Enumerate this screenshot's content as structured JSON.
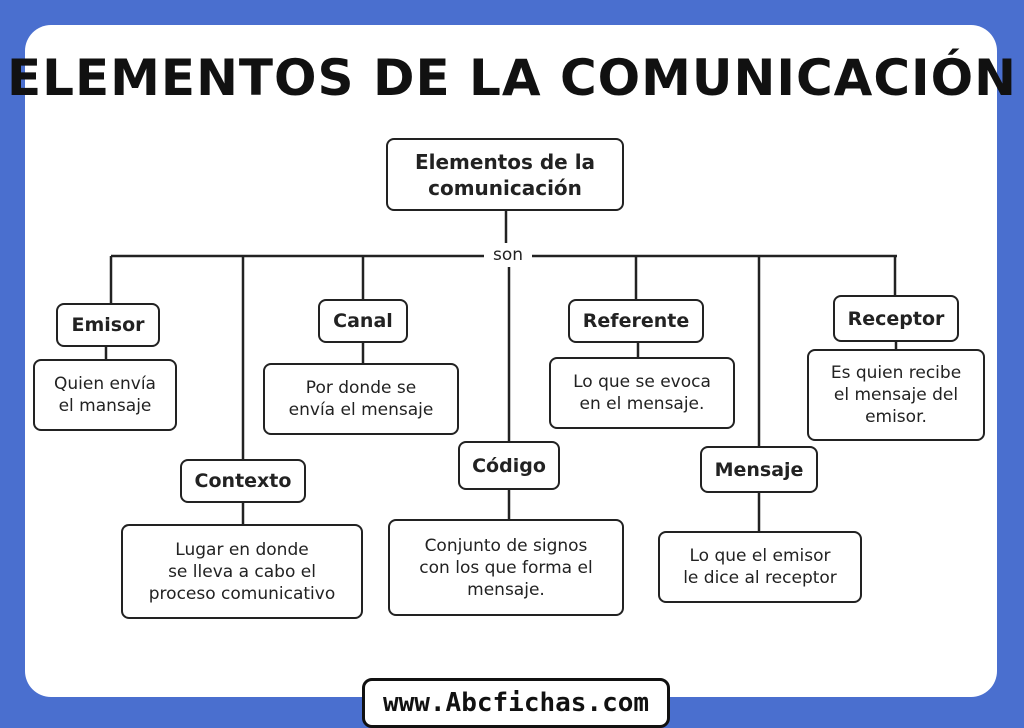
{
  "title": "ELEMENTOS DE LA COMUNICACIÓN",
  "root": "Elementos de la\ncomunicación",
  "connector": "son",
  "elements": [
    {
      "label": "Emisor",
      "description": "Quien envía\nel mansaje"
    },
    {
      "label": "Contexto",
      "description": "Lugar en donde\nse lleva a cabo el\nproceso comunicativo"
    },
    {
      "label": "Canal",
      "description": "Por donde se\nenvía el mensaje"
    },
    {
      "label": "Código",
      "description": "Conjunto de signos\ncon los que forma el\nmensaje."
    },
    {
      "label": "Referente",
      "description": "Lo que se evoca\nen el mensaje."
    },
    {
      "label": "Mensaje",
      "description": "Lo que el emisor\nle dice al receptor"
    },
    {
      "label": "Receptor",
      "description": "Es quien recibe\nel mensaje del\nemisor."
    }
  ],
  "footer": "www.Abcfichas.com"
}
